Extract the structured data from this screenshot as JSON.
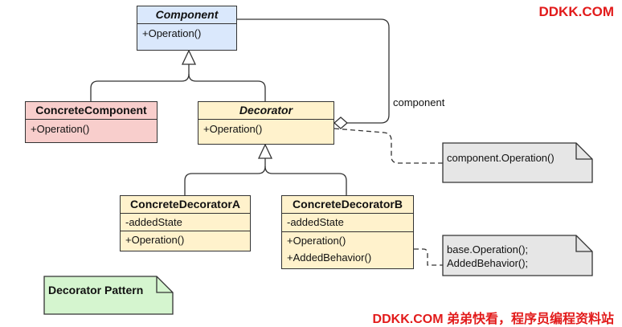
{
  "classes": {
    "component": {
      "name": "Component",
      "operations": [
        "+Operation()"
      ],
      "fill": "#dae8fc"
    },
    "concrete_component": {
      "name": "ConcreteComponent",
      "operations": [
        "+Operation()"
      ],
      "fill": "#f8cecc"
    },
    "decorator": {
      "name": "Decorator",
      "operations": [
        "+Operation()"
      ],
      "fill": "#fff2cc"
    },
    "concrete_decorator_a": {
      "name": "ConcreteDecoratorA",
      "attributes": [
        "-addedState"
      ],
      "operations": [
        "+Operation()"
      ],
      "fill": "#fff2cc"
    },
    "concrete_decorator_b": {
      "name": "ConcreteDecoratorB",
      "attributes": [
        "-addedState"
      ],
      "operations": [
        "+Operation()",
        "+AddedBehavior()"
      ],
      "fill": "#fff2cc"
    }
  },
  "edges": {
    "aggregation_label": "component"
  },
  "notes": {
    "decorator_note": [
      "component.Operation()"
    ],
    "decorator_b_note": [
      "base.Operation();",
      "AddedBehavior();"
    ],
    "title_note": "Decorator Pattern"
  },
  "watermarks": {
    "top": "DDKK.COM",
    "bottom": "DDKK.COM 弟弟快看，程序员编程资料站"
  }
}
